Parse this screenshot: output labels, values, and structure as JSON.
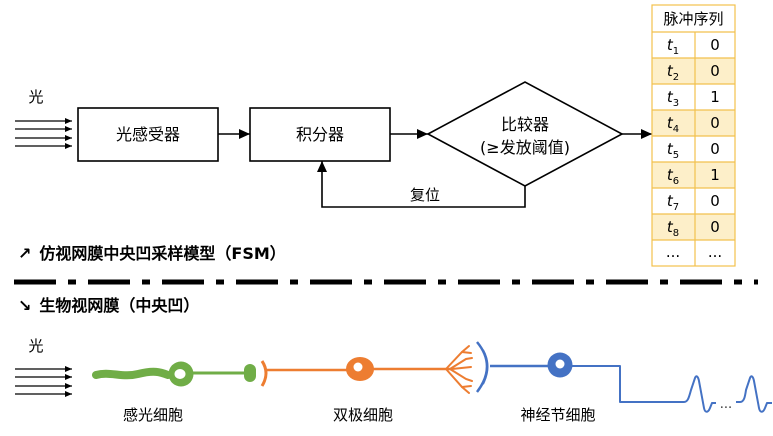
{
  "fsm": {
    "input_label": "光",
    "photoreceptor_box": "光感受器",
    "integrator_box": "积分器",
    "comparator_title": "比较器",
    "comparator_condition": "(≥发放阈值)",
    "reset_label": "复位"
  },
  "spike_table": {
    "header": "脉冲序列",
    "rows": [
      {
        "label": "t",
        "index": "1",
        "value": "0"
      },
      {
        "label": "t",
        "index": "2",
        "value": "0"
      },
      {
        "label": "t",
        "index": "3",
        "value": "1"
      },
      {
        "label": "t",
        "index": "4",
        "value": "0"
      },
      {
        "label": "t",
        "index": "5",
        "value": "0"
      },
      {
        "label": "t",
        "index": "6",
        "value": "1"
      },
      {
        "label": "t",
        "index": "7",
        "value": "0"
      },
      {
        "label": "t",
        "index": "8",
        "value": "0"
      },
      {
        "label": "...",
        "value": "..."
      }
    ]
  },
  "sections": {
    "fsm_arrow": "↗",
    "fsm_title": "仿视网膜中央凹采样模型（FSM）",
    "bio_arrow": "↘",
    "bio_title": "生物视网膜（中央凹）"
  },
  "bio": {
    "input_label": "光",
    "photoreceptor_cell": "感光细胞",
    "bipolar_cell": "双极细胞",
    "ganglion_cell": "神经节细胞",
    "spike_ellipsis": "..."
  },
  "colors": {
    "photoreceptor_cell": "#70ad47",
    "bipolar_cell": "#ed7d31",
    "ganglion_cell": "#4472c4",
    "table_border": "#f2c14e",
    "table_highlight": "#fdefc9"
  }
}
